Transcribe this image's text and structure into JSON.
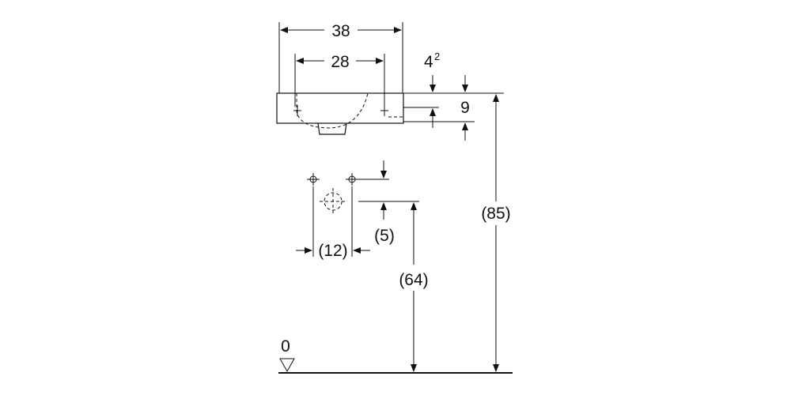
{
  "dimensions": {
    "overall_width": "38",
    "tap_spacing": "28",
    "rim_offset_main": "4",
    "rim_offset_sup": "2",
    "basin_depth": "9",
    "overall_height": "(85)",
    "supply_offset": "(5)",
    "supply_spacing": "(12)",
    "waste_height": "(64)",
    "floor_level": "0"
  },
  "colors": {
    "ink": "#111111",
    "background": "#ffffff"
  }
}
